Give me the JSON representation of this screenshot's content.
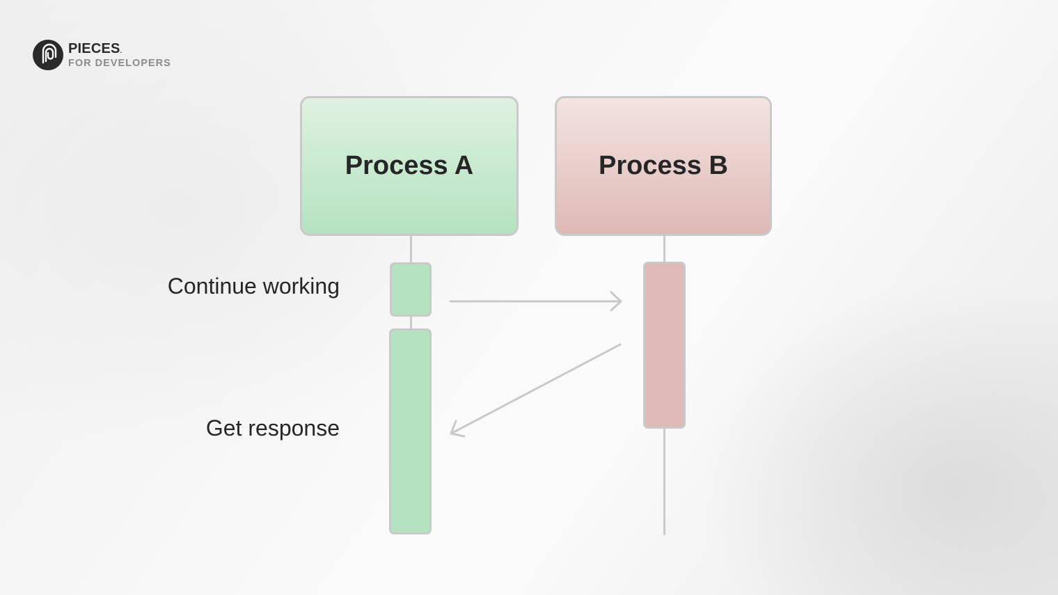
{
  "brand": {
    "name": "PIECES",
    "name_mark": ".",
    "tagline": "FOR DEVELOPERS",
    "icon": "pieces-logo-icon"
  },
  "diagram": {
    "participants": [
      {
        "id": "A",
        "label": "Process A",
        "color": "#b5e2c0"
      },
      {
        "id": "B",
        "label": "Process B",
        "color": "#dfb8b4"
      }
    ],
    "steps": [
      {
        "label": "Continue working",
        "from": "A",
        "to": "B"
      },
      {
        "label": "Get response",
        "from": "B",
        "to": "A"
      }
    ]
  },
  "colors": {
    "line": "#c9c9c9",
    "text": "#262626",
    "tagline": "#8a8a8a"
  }
}
